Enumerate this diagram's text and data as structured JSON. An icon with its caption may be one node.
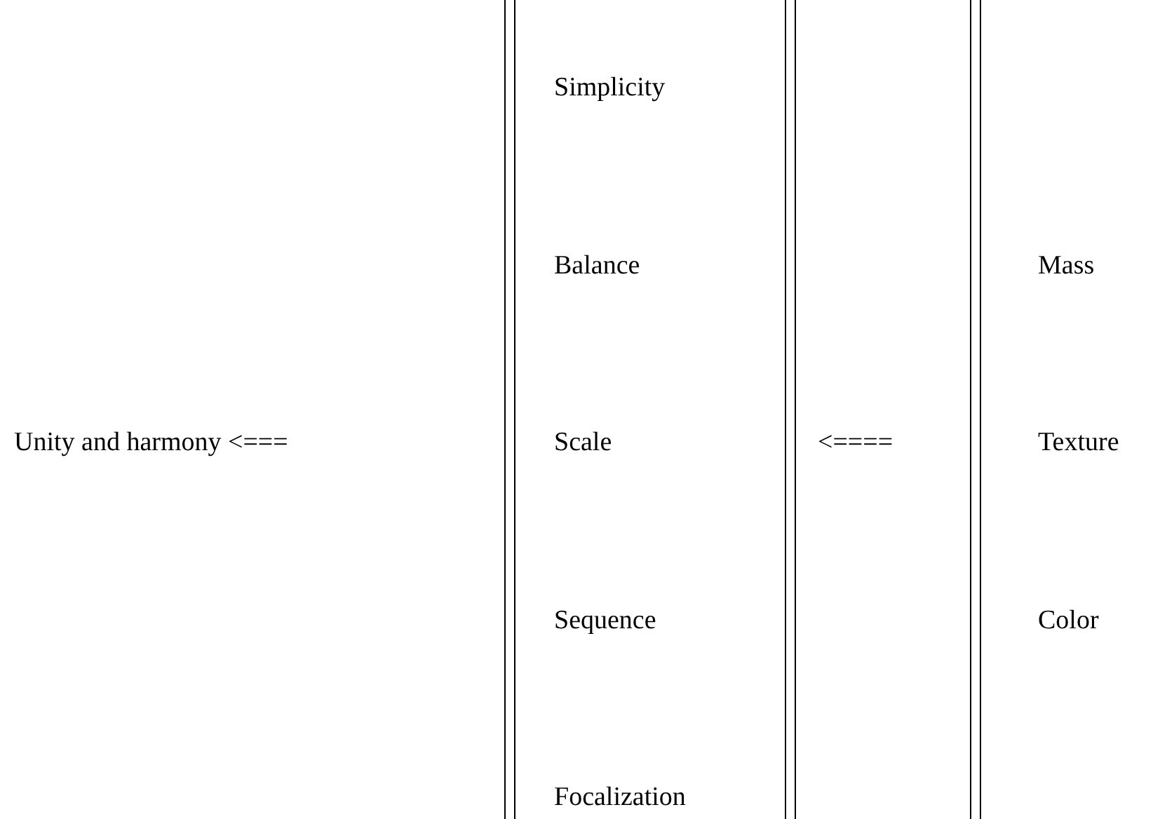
{
  "diagram": {
    "labels": [
      "Unity and harmony <===",
      "Simplicity",
      "Balance",
      "Scale",
      "Sequence",
      "Focalization",
      "<====",
      "Mass",
      "Texture",
      "Color"
    ]
  }
}
